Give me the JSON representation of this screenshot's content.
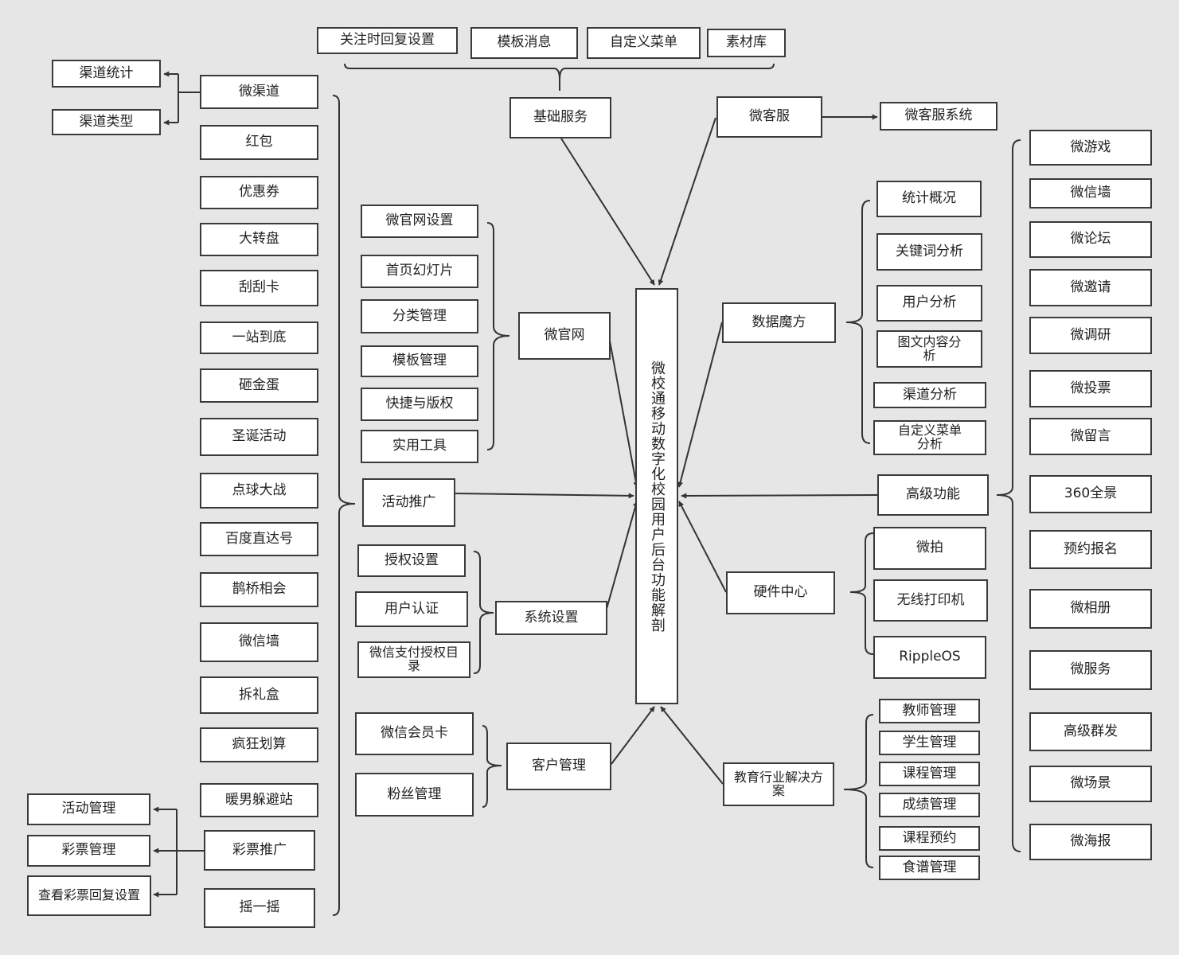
{
  "diagram": {
    "center": "微校通移动数字化校园用户后台功能解剖",
    "base_service": {
      "label": "基础服务",
      "items": [
        "关注时回复设置",
        "模板消息",
        "自定义菜单",
        "素材库"
      ]
    },
    "customer_service": {
      "label": "微客服",
      "items": [
        "微客服系统"
      ]
    },
    "official_site": {
      "label": "微官网",
      "items": [
        "微官网设置",
        "首页幻灯片",
        "分类管理",
        "模板管理",
        "快捷与版权",
        "实用工具"
      ]
    },
    "activity": {
      "label": "活动推广",
      "items": [
        "微渠道",
        "红包",
        "优惠券",
        "大转盘",
        "刮刮卡",
        "一站到底",
        "砸金蛋",
        "圣诞活动",
        "点球大战",
        "百度直达号",
        "鹊桥相会",
        "微信墙",
        "拆礼盒",
        "疯狂划算",
        "暖男躲避站",
        "彩票推广",
        "摇一摇"
      ],
      "channel_sub": [
        "渠道统计",
        "渠道类型"
      ],
      "lottery_sub": [
        "活动管理",
        "彩票管理",
        "查看彩票回复设置"
      ]
    },
    "system": {
      "label": "系统设置",
      "items": [
        "授权设置",
        "用户认证",
        "微信支付授权目录"
      ]
    },
    "customer": {
      "label": "客户管理",
      "items": [
        "微信会员卡",
        "粉丝管理"
      ]
    },
    "data": {
      "label": "数据魔方",
      "items": [
        "统计概况",
        "关键词分析",
        "用户分析",
        "图文内容分析",
        "渠道分析",
        "自定义菜单分析"
      ]
    },
    "advanced": {
      "label": "高级功能",
      "items": [
        "微游戏",
        "微信墙",
        "微论坛",
        "微邀请",
        "微调研",
        "微投票",
        "微留言",
        "360全景",
        "预约报名",
        "微相册",
        "微服务",
        "高级群发",
        "微场景",
        "微海报"
      ]
    },
    "hardware": {
      "label": "硬件中心",
      "items": [
        "微拍",
        "无线打印机",
        "RippleOS"
      ]
    },
    "education": {
      "label": "教育行业解决方案",
      "items": [
        "教师管理",
        "学生管理",
        "课程管理",
        "成绩管理",
        "课程预约",
        "食谱管理"
      ]
    }
  }
}
